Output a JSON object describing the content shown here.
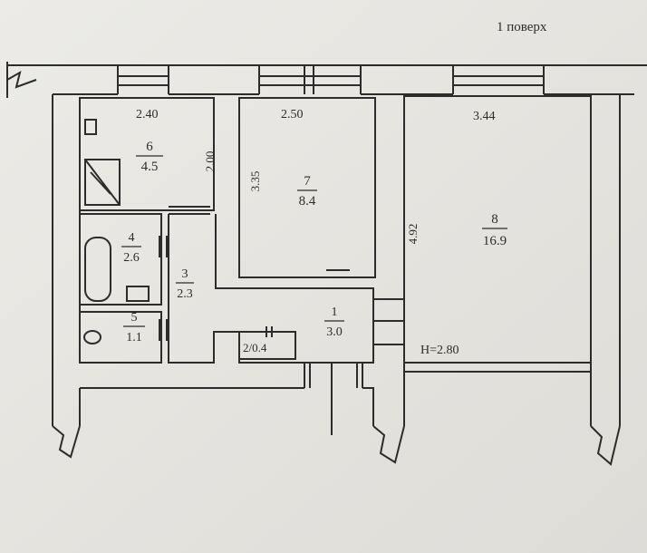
{
  "floor_label": "1 поверх",
  "ceiling_height": "H=2.80",
  "rooms": [
    {
      "id": "6",
      "num": "6",
      "area": "4.5"
    },
    {
      "id": "7",
      "num": "7",
      "area": "8.4"
    },
    {
      "id": "8",
      "num": "8",
      "area": "16.9"
    },
    {
      "id": "4",
      "num": "4",
      "area": "2.6"
    },
    {
      "id": "3",
      "num": "3",
      "area": "2.3"
    },
    {
      "id": "5",
      "num": "5",
      "area": "1.1"
    },
    {
      "id": "1",
      "num": "1",
      "area": "3.0"
    }
  ],
  "closet_label": "2/0.4",
  "dimensions": {
    "room6_width": "2.40",
    "room6_height": "2.00",
    "room7_width": "2.50",
    "room7_height": "3.35",
    "room8_width": "3.44",
    "room8_height": "4.92"
  },
  "colors": {
    "paper": "#e6e5e1",
    "ink": "#2c2c2c"
  }
}
